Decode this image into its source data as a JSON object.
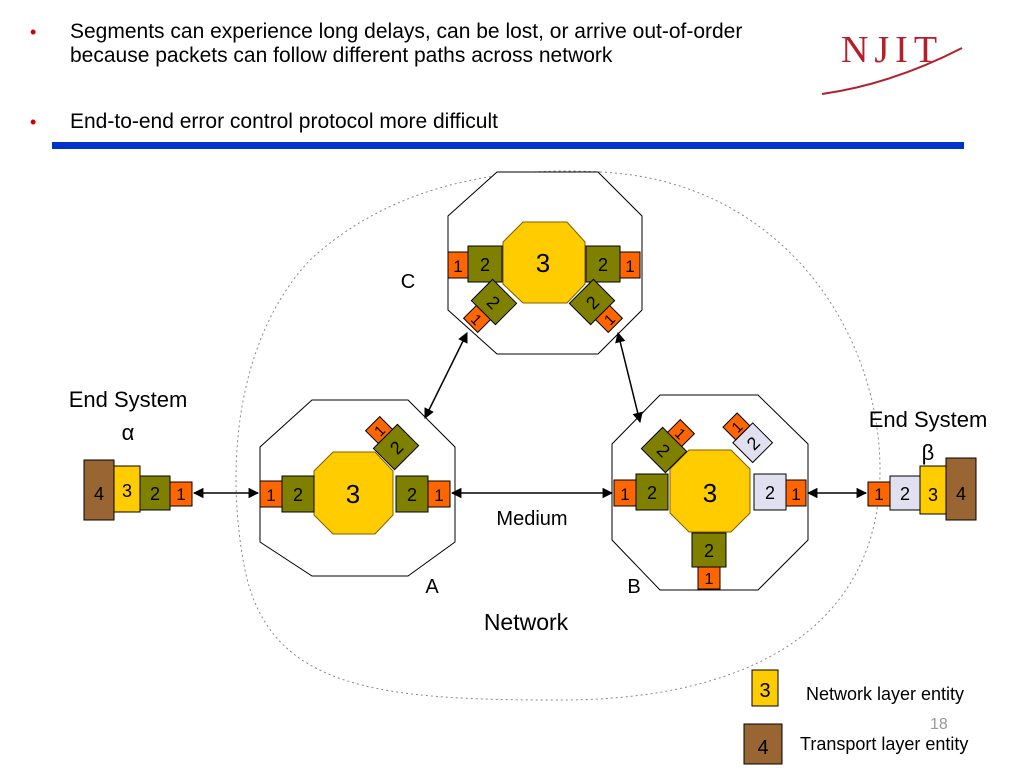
{
  "bullets": [
    "Segments can experience long delays, can be lost, or arrive out-of-order because packets can follow different paths across network",
    "End-to-end error control protocol more difficult"
  ],
  "bullet_marker": "•",
  "logo_text": "NJIT",
  "diagram": {
    "node_labels": {
      "a": "A",
      "b": "B",
      "c": "C"
    },
    "network_label": "Network",
    "medium_label": "Medium",
    "end_system_alpha": {
      "title": "End System",
      "symbol": "α"
    },
    "end_system_beta": {
      "title": "End System",
      "symbol": "β"
    },
    "layer_numbers": {
      "l1": "1",
      "l2": "2",
      "l3": "3",
      "l4": "4"
    }
  },
  "legend": [
    {
      "number": "3",
      "label": "Network layer entity",
      "color": "#ffcc00"
    },
    {
      "number": "4",
      "label": "Transport layer entity",
      "color": "#996633"
    }
  ],
  "page_number": "18",
  "colors": {
    "layer1": "#ff6600",
    "layer2": "#808000",
    "layer2_light": "#e0e0f0",
    "layer3": "#ffcc00",
    "layer4": "#996633",
    "rule": "#0033cc",
    "bullet": "#cc0000",
    "logo": "#b3202a"
  }
}
